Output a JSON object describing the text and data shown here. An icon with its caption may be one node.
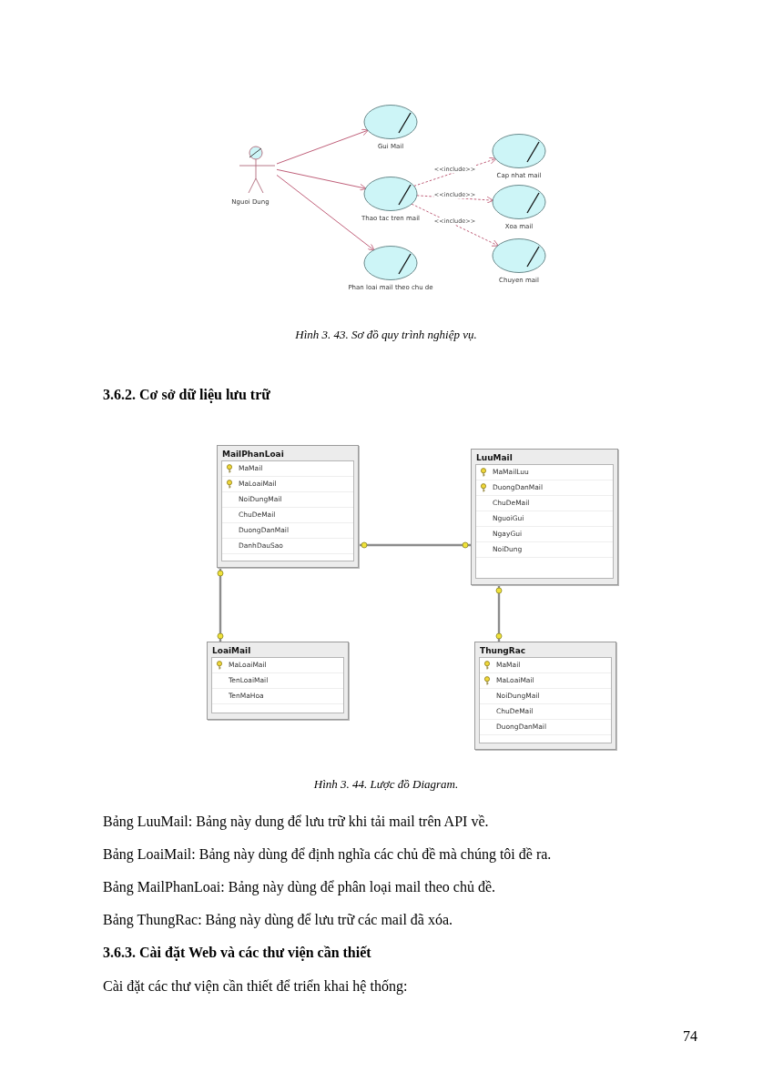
{
  "diagram": {
    "nodes": [
      {
        "text": [
          "Nguoi Dung"
        ]
      },
      {
        "text": [
          "Gui Mail"
        ]
      },
      {
        "text": [
          "Thao tac tren mail"
        ]
      },
      {
        "text": [
          "Phan loai mail theo chu de"
        ]
      },
      {
        "text": [
          "Cap nhat mail"
        ]
      },
      {
        "text": [
          "Xoa mail"
        ]
      },
      {
        "text": [
          "Chuyen mail"
        ]
      },
      {
        "text": [
          "MailPhanLoai",
          "MaMail",
          "MaLoaiMail",
          "NoiDungMail",
          "ChuDeMail",
          "DuongDanMail",
          "DanhDauSao"
        ]
      },
      {
        "text": [
          "LuuMail",
          "MaMailLuu",
          "DuongDanMail",
          "ChuDeMail",
          "NguoiGui",
          "NgayGui",
          "NoiDung"
        ]
      },
      {
        "text": [
          "LoaiMail",
          "MaLoaiMail",
          "TenLoaiMail",
          "TenMaHoa"
        ]
      },
      {
        "text": [
          "ThungRac",
          "MaMail",
          "MaLoaiMail",
          "NoiDungMail",
          "ChuDeMail",
          "DuongDanMail"
        ]
      }
    ],
    "edges": [
      {
        "from": 0,
        "to": 1,
        "arrow": "to"
      },
      {
        "from": 0,
        "to": 2,
        "arrow": "to"
      },
      {
        "from": 0,
        "to": 3,
        "arrow": "to"
      },
      {
        "from": 2,
        "to": 4,
        "arrow": "to",
        "style": "dashed",
        "label": "<<include>>"
      },
      {
        "from": 2,
        "to": 5,
        "arrow": "to",
        "style": "dashed",
        "label": "<<include>>"
      },
      {
        "from": 2,
        "to": 6,
        "arrow": "to",
        "style": "dashed",
        "label": "<<include>>"
      },
      {
        "from": 7,
        "to": 8,
        "arrow": "other",
        "color": "#8c8c8c"
      },
      {
        "from": 7,
        "to": 9,
        "arrow": "other",
        "color": "#8c8c8c"
      },
      {
        "from": 8,
        "to": 10,
        "arrow": "other",
        "color": "#8c8c8c"
      }
    ],
    "labels": [
      "Hình 3. 43. Sơ đồ quy trình nghiệp vụ.",
      "3.6.2. Cơ sở dữ liệu lưu trữ",
      "Hình 3. 44. Lược đồ Diagram.",
      "Bảng LuuMail: Bảng này dung để lưu trữ khi tải mail trên API về.",
      "Bảng LoaiMail: Bảng này dùng để định nghĩa các chủ đề mà chúng tôi đề ra.",
      "Bảng MailPhanLoai: Bảng này dùng để phân loại mail theo chủ đề.",
      "Bảng ThungRac: Bảng này dùng để lưu trữ các mail đã xóa.",
      "3.6.3. Cài đặt Web và các thư viện cần thiết",
      "Cài đặt các thư viện cần thiết để triển khai hệ thống:",
      "74"
    ]
  }
}
